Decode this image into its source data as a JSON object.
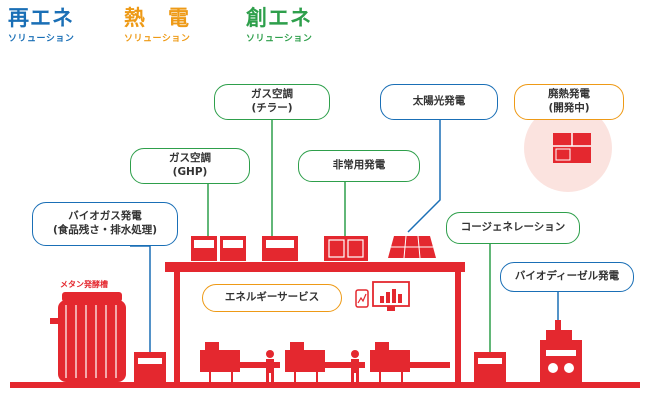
{
  "headers": {
    "renewable": {
      "title": "再エネ",
      "subtitle": "ソリューション"
    },
    "heat": {
      "title": "熱　電",
      "subtitle": "ソリューション"
    },
    "generation": {
      "title": "創エネ",
      "subtitle": "ソリューション"
    }
  },
  "labels": {
    "gas_chiller": [
      "ガス空調",
      "(チラー)"
    ],
    "solar": "太陽光発電",
    "waste_heat": [
      "廃熱発電",
      "(開発中)"
    ],
    "gas_ghp": [
      "ガス空調",
      "(GHP)"
    ],
    "emergency": "非常用発電",
    "biogas": [
      "バイオガス発電",
      "(食品残さ・排水処理)"
    ],
    "cogeneration": "コージェネレーション",
    "energy_service": "エネルギーサービス",
    "biodiesel": "バイオディーゼル発電",
    "methane_tank": "メタン発酵槽"
  },
  "colors": {
    "renewable": "#1a6fb6",
    "heat": "#ee9a16",
    "generation": "#2e9f4b",
    "equipment": "#e4282f",
    "future_bubble": "#fbe3df"
  },
  "icons": [
    "methane-tank-icon",
    "solar-panel-icon",
    "gas-chiller-unit-icon",
    "ghp-unit-icon",
    "emergency-generator-icon",
    "cogeneration-unit-icon",
    "biodiesel-generator-icon",
    "factory-line-icon",
    "worker-icon",
    "monitoring-screen-icon",
    "waste-heat-unit-icon"
  ]
}
